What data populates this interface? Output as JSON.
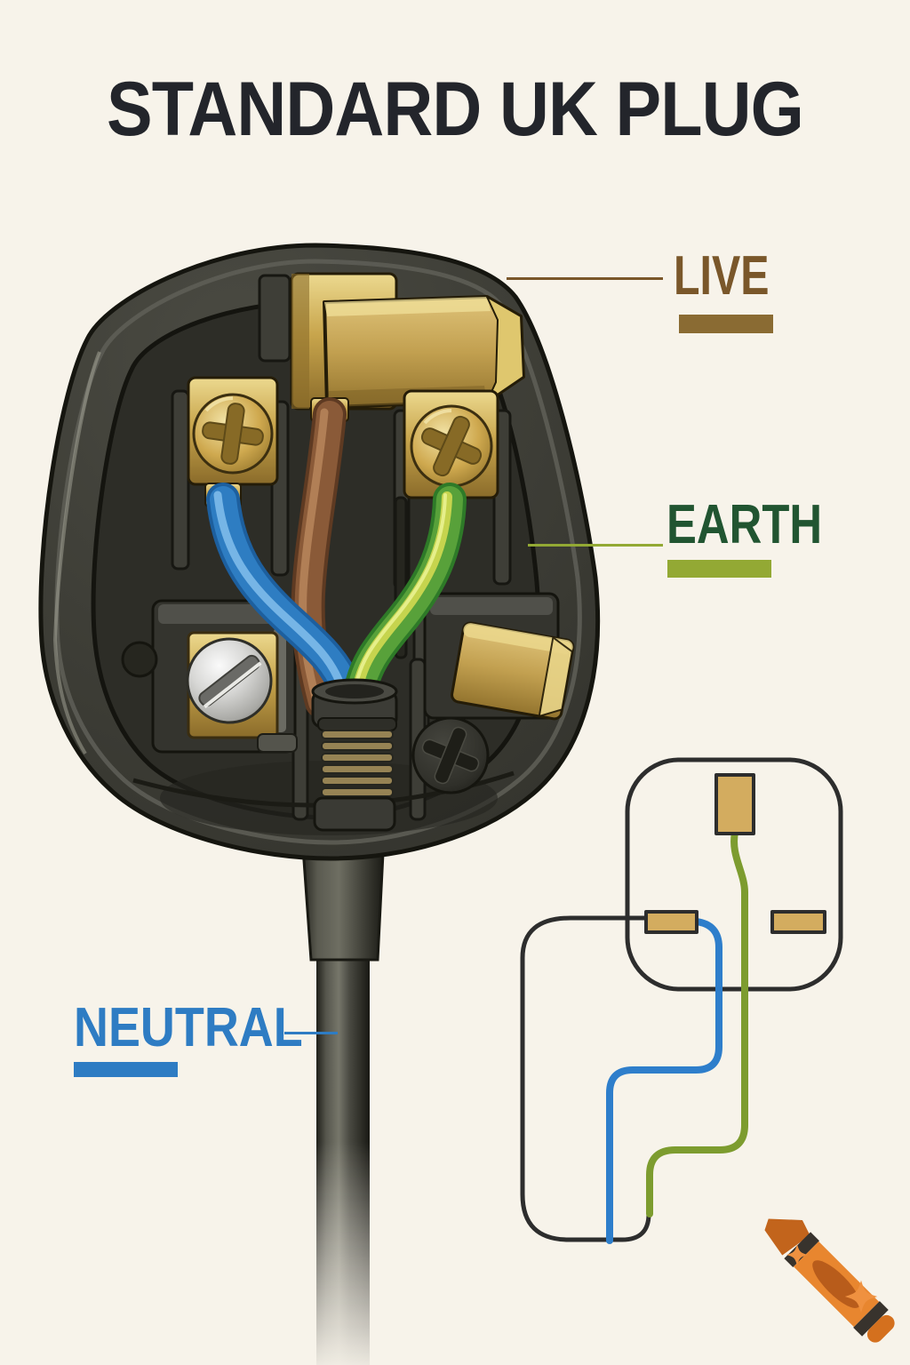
{
  "poster": {
    "title": "STANDARD UK PLUG",
    "background_color": "#f7f3ea",
    "title_color": "#23252b"
  },
  "labels": {
    "live": {
      "text": "LIVE",
      "text_color": "#7a572a",
      "leader_color": "#7a572a",
      "swatch_color": "#8a6b33"
    },
    "earth": {
      "text": "EARTH",
      "text_color": "#215531",
      "leader_color": "#93a934",
      "swatch_color": "#93a934"
    },
    "neutral": {
      "text": "NEUTRAL",
      "text_color": "#2e7cc3",
      "leader_color": "#2e7cc3",
      "swatch_color": "#2e7cc3"
    }
  },
  "plug_illustration": {
    "body_color": "#3b3b34",
    "cavity_color": "#2d2d27",
    "brass_color": "#c8a54c",
    "cable_color": "#4a4a42",
    "wires": {
      "live_brown": "#8a5a38",
      "neutral_blue": "#2e7dc2",
      "earth_green": "#58a13a",
      "earth_stripe": "#c6d44e"
    }
  },
  "schematic": {
    "outline_color": "#2d2d2d",
    "pin_color": "#d3ac5f",
    "earth_wire_color": "#7d9c2f",
    "neutral_wire_color": "#2e7ecb"
  },
  "watermark": {
    "icon": "crayon-icon",
    "crayon_color": "#e8862f",
    "sparkle_color": "#ef9140"
  }
}
